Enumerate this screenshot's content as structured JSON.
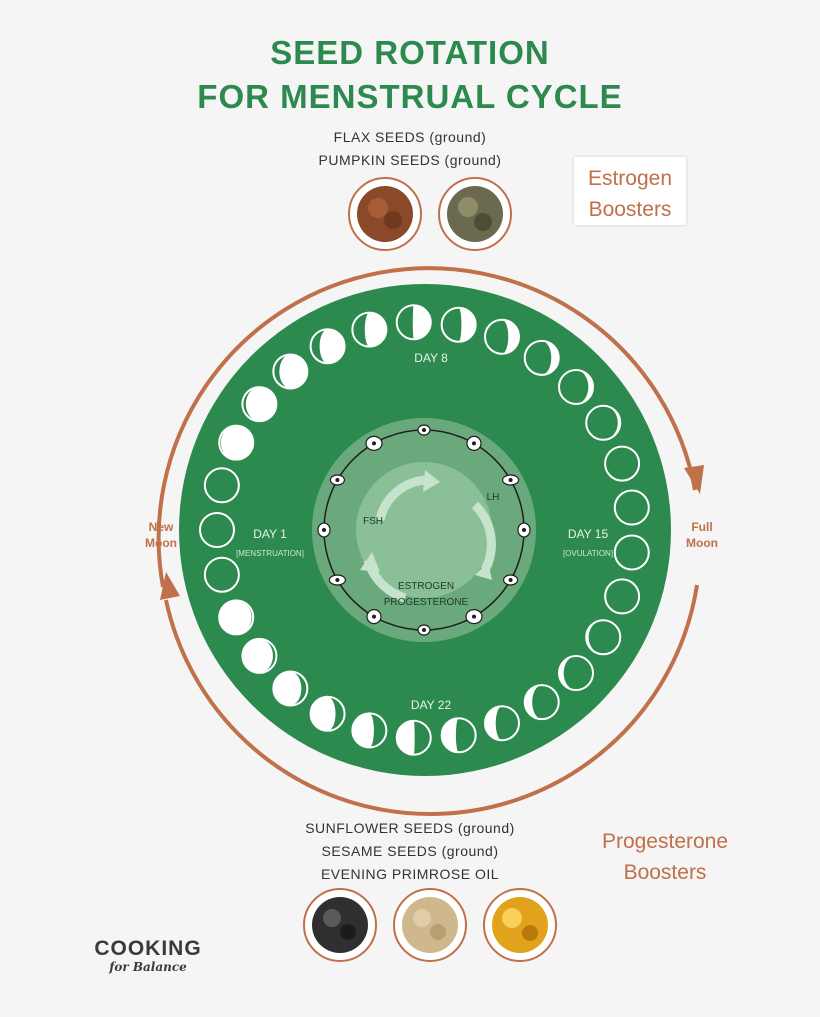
{
  "title": {
    "line1": "SEED ROTATION",
    "line2": "FOR MENSTRUAL CYCLE"
  },
  "estrogen_seeds": {
    "item1": "FLAX  SEEDS (ground)",
    "item2": "PUMPKIN SEEDS (ground)"
  },
  "estrogen_box": {
    "line1": "Estrogen",
    "line2": "Boosters"
  },
  "progesterone_seeds": {
    "item1": "SUNFLOWER SEEDS (ground)",
    "item2": "SESAME SEEDS (ground)",
    "item3": "EVENING PRIMROSE OIL"
  },
  "progesterone_box": {
    "line1": "Progesterone",
    "line2": "Boosters"
  },
  "moon_labels": {
    "new_line1": "New",
    "new_line2": "Moon",
    "full_line1": "Full",
    "full_line2": "Moon"
  },
  "cycle": {
    "day1": "DAY 1",
    "day1_sub": "[MENSTRUATION]",
    "day8": "DAY 8",
    "day15": "DAY 15",
    "day15_sub": "[OVULATION]",
    "day22": "DAY 22",
    "fsh": "FSH",
    "lh": "LH",
    "hormones_line1": "ESTROGEN",
    "hormones_line2": "PROGESTERONE"
  },
  "logo": {
    "line1": "COOKING",
    "line2": "for Balance"
  },
  "colors": {
    "green": "#2d8a4e",
    "inner_green": "#5fa373",
    "accent": "#c0704a",
    "title": "#2d8a4e"
  }
}
